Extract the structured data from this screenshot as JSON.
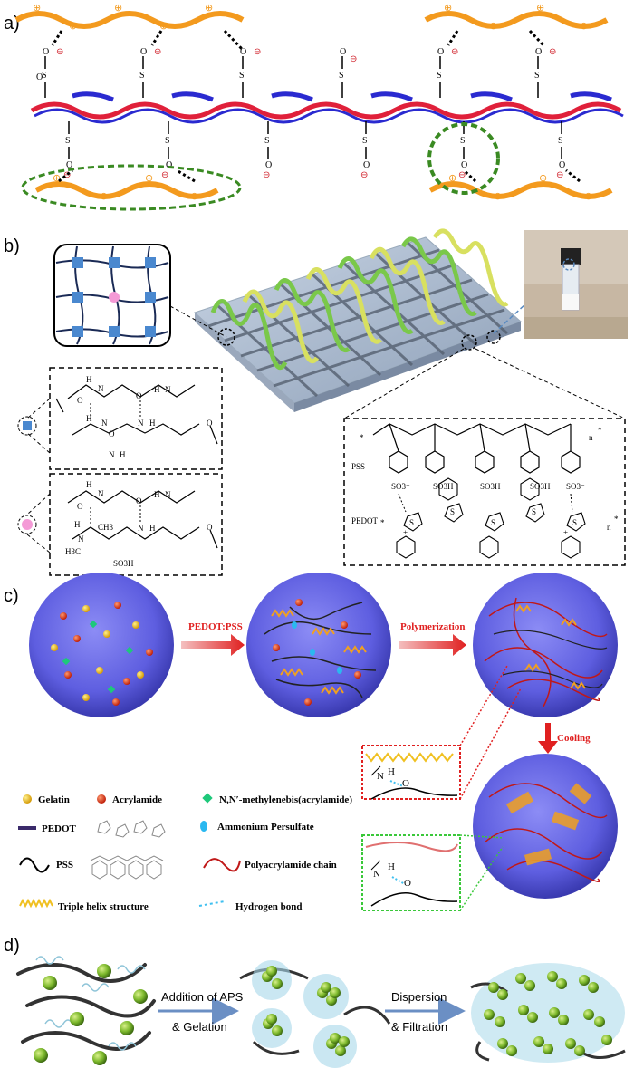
{
  "panels": {
    "a": {
      "label": "a)",
      "charge_neg": "⊖",
      "charge_pos": "⊕",
      "sulfonate": {
        "o": "O",
        "s": "S"
      }
    },
    "b": {
      "label": "b)",
      "monomer_groups": {
        "n": "N",
        "h": "H",
        "o": "O",
        "ch3": "CH3",
        "h3c": "H3C",
        "so3h": "SO3H"
      },
      "pss_label": "PSS",
      "pedot_label": "PEDOT",
      "so3_minus": "SO3⁻",
      "so3h": "SO3H",
      "s": "S",
      "n": "n",
      "star": "*",
      "plus": "+"
    },
    "c": {
      "label": "c)",
      "arrow1": "PEDOT:PSS",
      "arrow2": "Polymerization",
      "arrow3": "Cooling",
      "legend": {
        "gelatin": "Gelatin",
        "acrylamide": "Acrylamide",
        "mba": "N,N′-methylenebis(acrylamide)",
        "pedot": "PEDOT",
        "aps": "Ammonium Persulfate",
        "pss": "PSS",
        "paam": "Polyacrylamide chain",
        "helix": "Triple helix structure",
        "hbond": "Hydrogen bond"
      },
      "inset": {
        "n": "N",
        "h": "H",
        "o": "O"
      }
    },
    "d": {
      "label": "d)",
      "arrow1_line1": "Addition of APS",
      "arrow1_line2": "& Gelation",
      "arrow2_line1": "Dispersion",
      "arrow2_line2": "& Filtration"
    }
  },
  "colors": {
    "orange_chain": "#f39a1e",
    "red_chain": "#e0203a",
    "blue_chain": "#2a2ad0",
    "green_dash": "#3a8a22",
    "sphere": "#6a6ae8",
    "arrow_red": "#e02020",
    "arrow_blue": "#6b8fc4",
    "charge_red": "#d0202a"
  }
}
